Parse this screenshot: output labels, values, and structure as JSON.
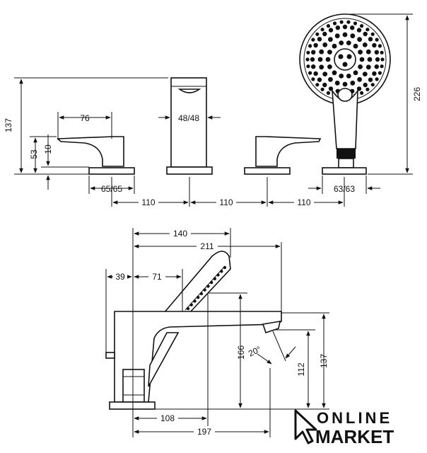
{
  "top_view": {
    "dims": {
      "height_137": "137",
      "height_53": "53",
      "height_10": "10",
      "lever_76": "76",
      "spout_48": "48/48",
      "base_65": "65/65",
      "base_63": "63/63",
      "spacing_1": "110",
      "spacing_2": "110",
      "spacing_3": "110",
      "shower_226": "226"
    }
  },
  "side_view": {
    "dims": {
      "width_140": "140",
      "width_211": "211",
      "offset_39": "39",
      "offset_71": "71",
      "height_166": "166",
      "angle_20": "20°",
      "height_112": "112",
      "height_137": "137",
      "depth_108": "108",
      "depth_197": "197"
    }
  },
  "logo": {
    "line1": "ONLINE",
    "line2": "MARKET"
  }
}
